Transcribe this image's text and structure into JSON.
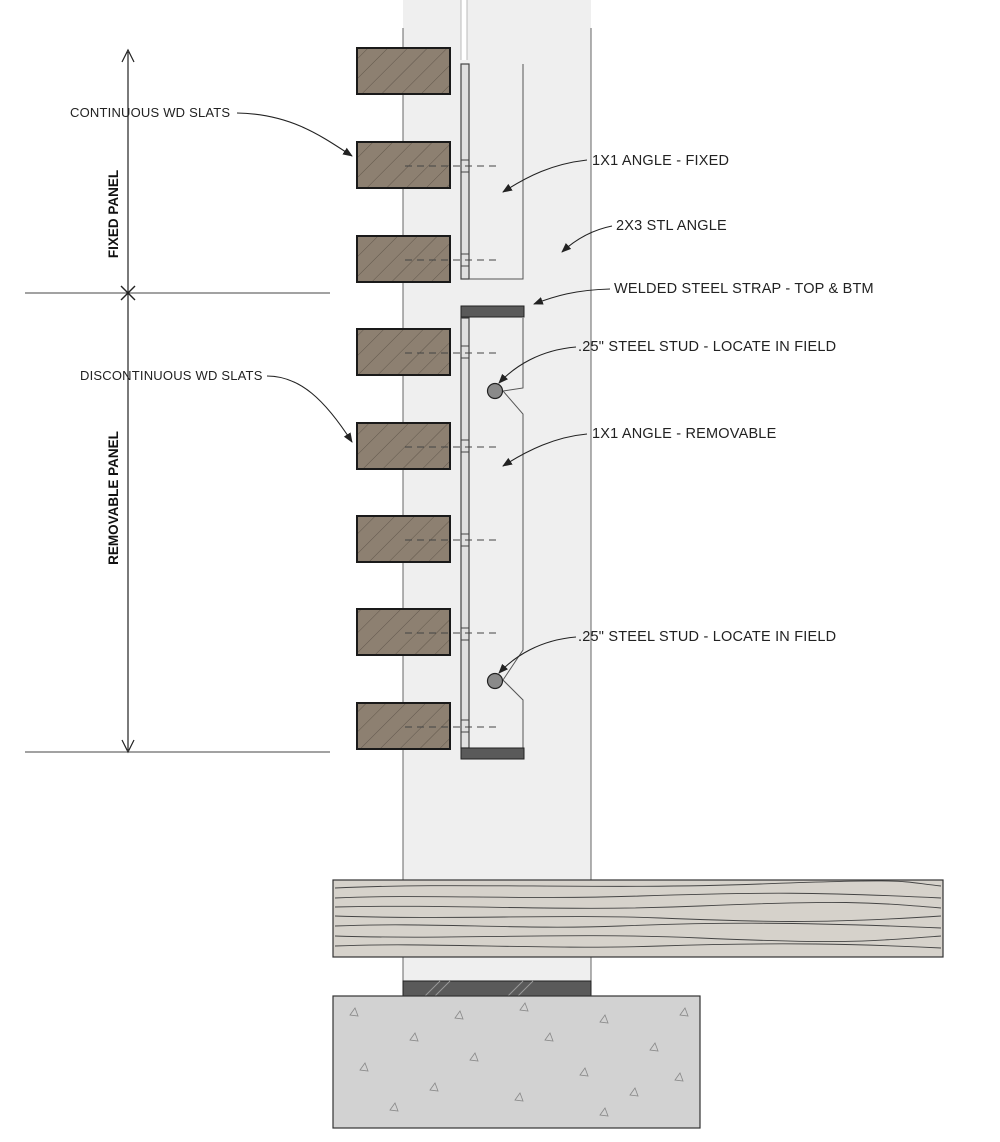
{
  "dimensions": {
    "fixed_panel_label": "FIXED PANEL",
    "removable_panel_label": "REMOVABLE PANEL"
  },
  "callouts": {
    "continuous_slats": "CONTINUOUS WD SLATS",
    "discontinuous_slats": "DISCONTINUOUS WD SLATS",
    "angle_fixed": "1X1 ANGLE - FIXED",
    "stl_angle": "2X3 STL ANGLE",
    "welded_strap": "WELDED STEEL STRAP - TOP & BTM",
    "steel_stud_top": ".25\" STEEL STUD - LOCATE IN FIELD",
    "angle_removable": "1X1 ANGLE - REMOVABLE",
    "steel_stud_bottom": ".25\" STEEL STUD - LOCATE IN FIELD"
  },
  "colors": {
    "slat": "#8d8071",
    "post": "#efefef",
    "strap": "#5a5a5a",
    "timber": "#d6d2cb",
    "concrete": "#d2d2d2"
  }
}
